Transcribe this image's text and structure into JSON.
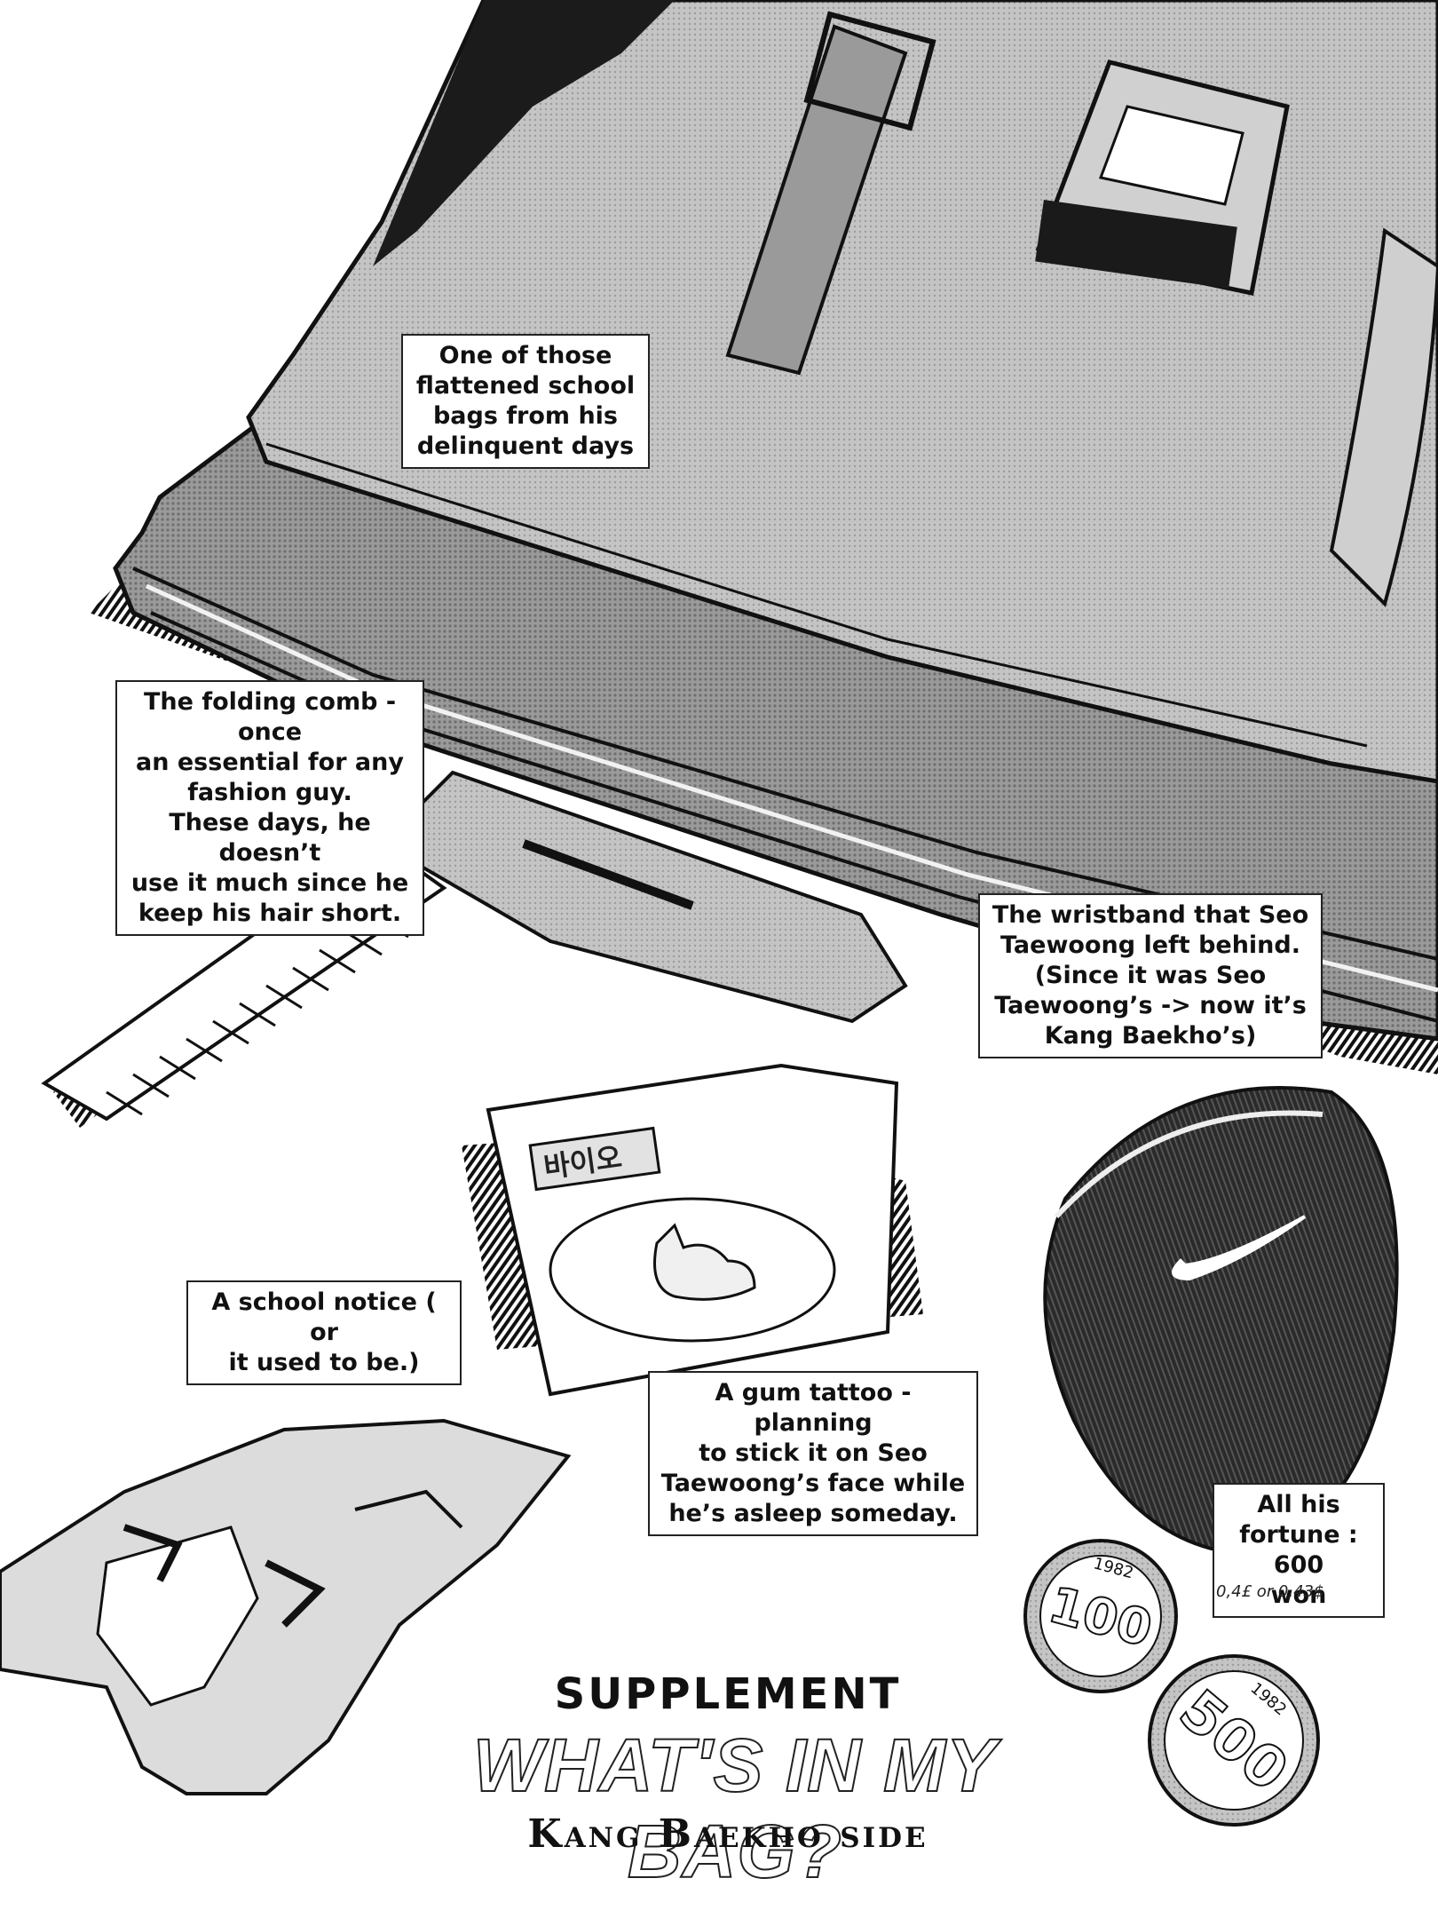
{
  "captions": {
    "bag": [
      "One of those",
      "flattened school",
      "bags from his",
      "delinquent days"
    ],
    "comb": [
      "The folding comb - once",
      "an essential for any",
      "fashion guy.",
      "These days, he doesn’t",
      "use it much since he",
      "keep his hair short."
    ],
    "wristband": [
      "The wristband that Seo",
      "Taewoong left behind.",
      "(Since it was Seo",
      "Taewoong’s -> now it’s",
      "Kang Baekho’s)"
    ],
    "notice": [
      "A school notice ( or",
      "it used to be.)"
    ],
    "gum": [
      "A gum tattoo - planning",
      "to stick it on Seo",
      "Taewoong’s face while",
      "he’s asleep someday."
    ],
    "fortune": [
      "All his",
      "fortune : 600",
      "won"
    ]
  },
  "handnote": "0,4£ or 0,43$",
  "coins": {
    "coin1": {
      "value": "100",
      "year": "1982"
    },
    "coin2": {
      "value": "500",
      "year": "1982"
    }
  },
  "gum_packet": {
    "brand": "바이오"
  },
  "title": {
    "supplement": "SUPPLEMENT",
    "main": "WHAT'S IN MY BAG?",
    "side": "Kang Baekho side"
  }
}
